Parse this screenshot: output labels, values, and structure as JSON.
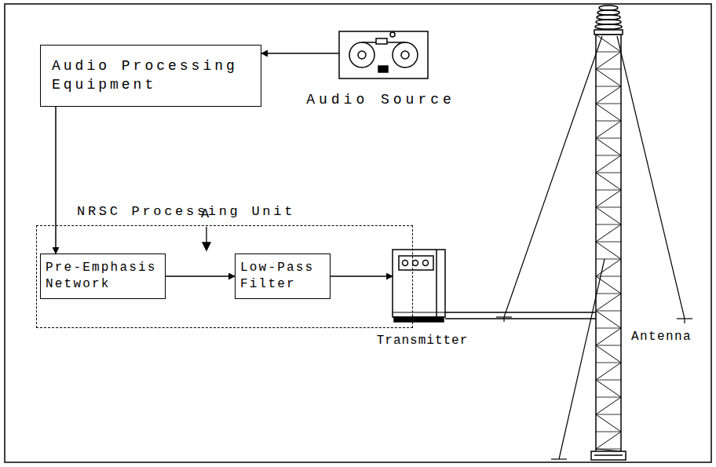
{
  "diagram": {
    "nodes": [
      {
        "text": [
          "Audio Processing Equipment"
        ]
      },
      {
        "text": [
          "Audio Source"
        ]
      },
      {
        "text": [
          "NRSC Processing Unit"
        ]
      },
      {
        "text": [
          "Pre-Emphasis Network"
        ],
        "in": 2
      },
      {
        "text": [
          "Low-Pass Filter"
        ],
        "in": 2
      },
      {
        "text": [
          "Transmitter"
        ]
      },
      {
        "text": [
          "Antenna"
        ]
      }
    ],
    "edges": [
      {
        "from": 1,
        "to": 0,
        "arrow": "to"
      },
      {
        "from": 0,
        "to": 3,
        "arrow": "to"
      },
      {
        "from": 3,
        "to": 4,
        "arrow": "to"
      },
      {
        "from": 4,
        "to": 5,
        "arrow": "to"
      },
      {
        "from": 5,
        "to": 6,
        "arrow": "none"
      }
    ],
    "labels": [
      "A"
    ]
  }
}
